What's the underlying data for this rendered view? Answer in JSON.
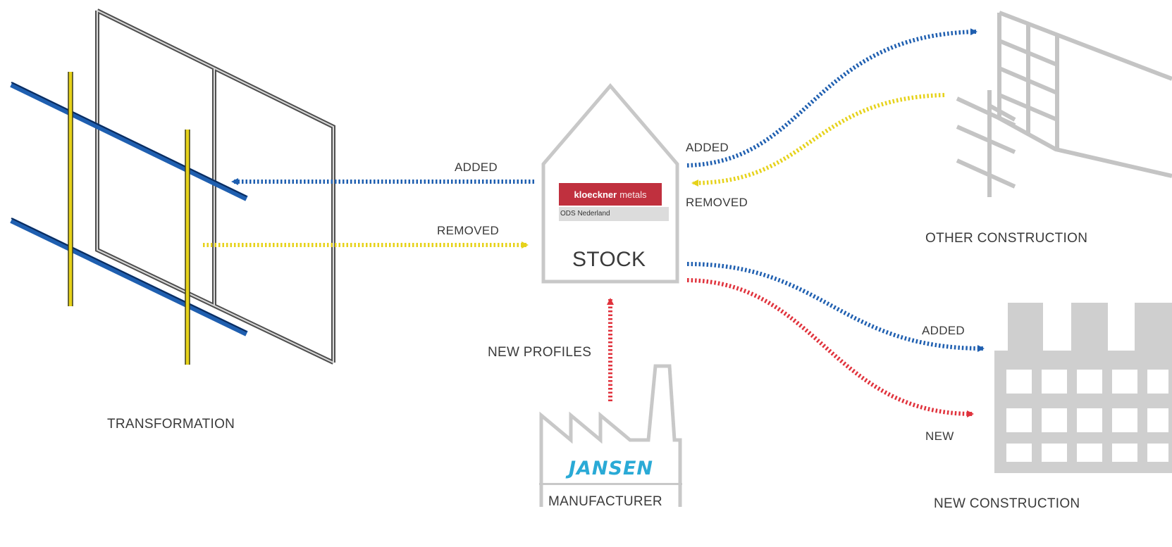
{
  "diagram": {
    "labels": {
      "transformation": "TRANSFORMATION",
      "stock": "STOCK",
      "manufacturer": "MANUFACTURER",
      "new_profiles": "NEW PROFILES",
      "other_construction": "OTHER CONSTRUCTION",
      "new_construction": "NEW CONSTRUCTION",
      "added_left": "ADDED",
      "removed_left": "REMOVED",
      "added_other": "ADDED",
      "removed_other": "REMOVED",
      "added_new": "ADDED",
      "new": "NEW"
    },
    "logos": {
      "kloeckner_bold": "kloeckner",
      "kloeckner_rest": "metals",
      "ods": "ODS Nederland",
      "jansen": "JANSEN"
    },
    "colors": {
      "added": "#1f5fb0",
      "removed": "#e6d21a",
      "new": "#e0323c",
      "outline": "#c8c8c8",
      "frame": "#5a5a5a",
      "beam": "#1f5fb0",
      "post": "#e6d21a"
    }
  }
}
